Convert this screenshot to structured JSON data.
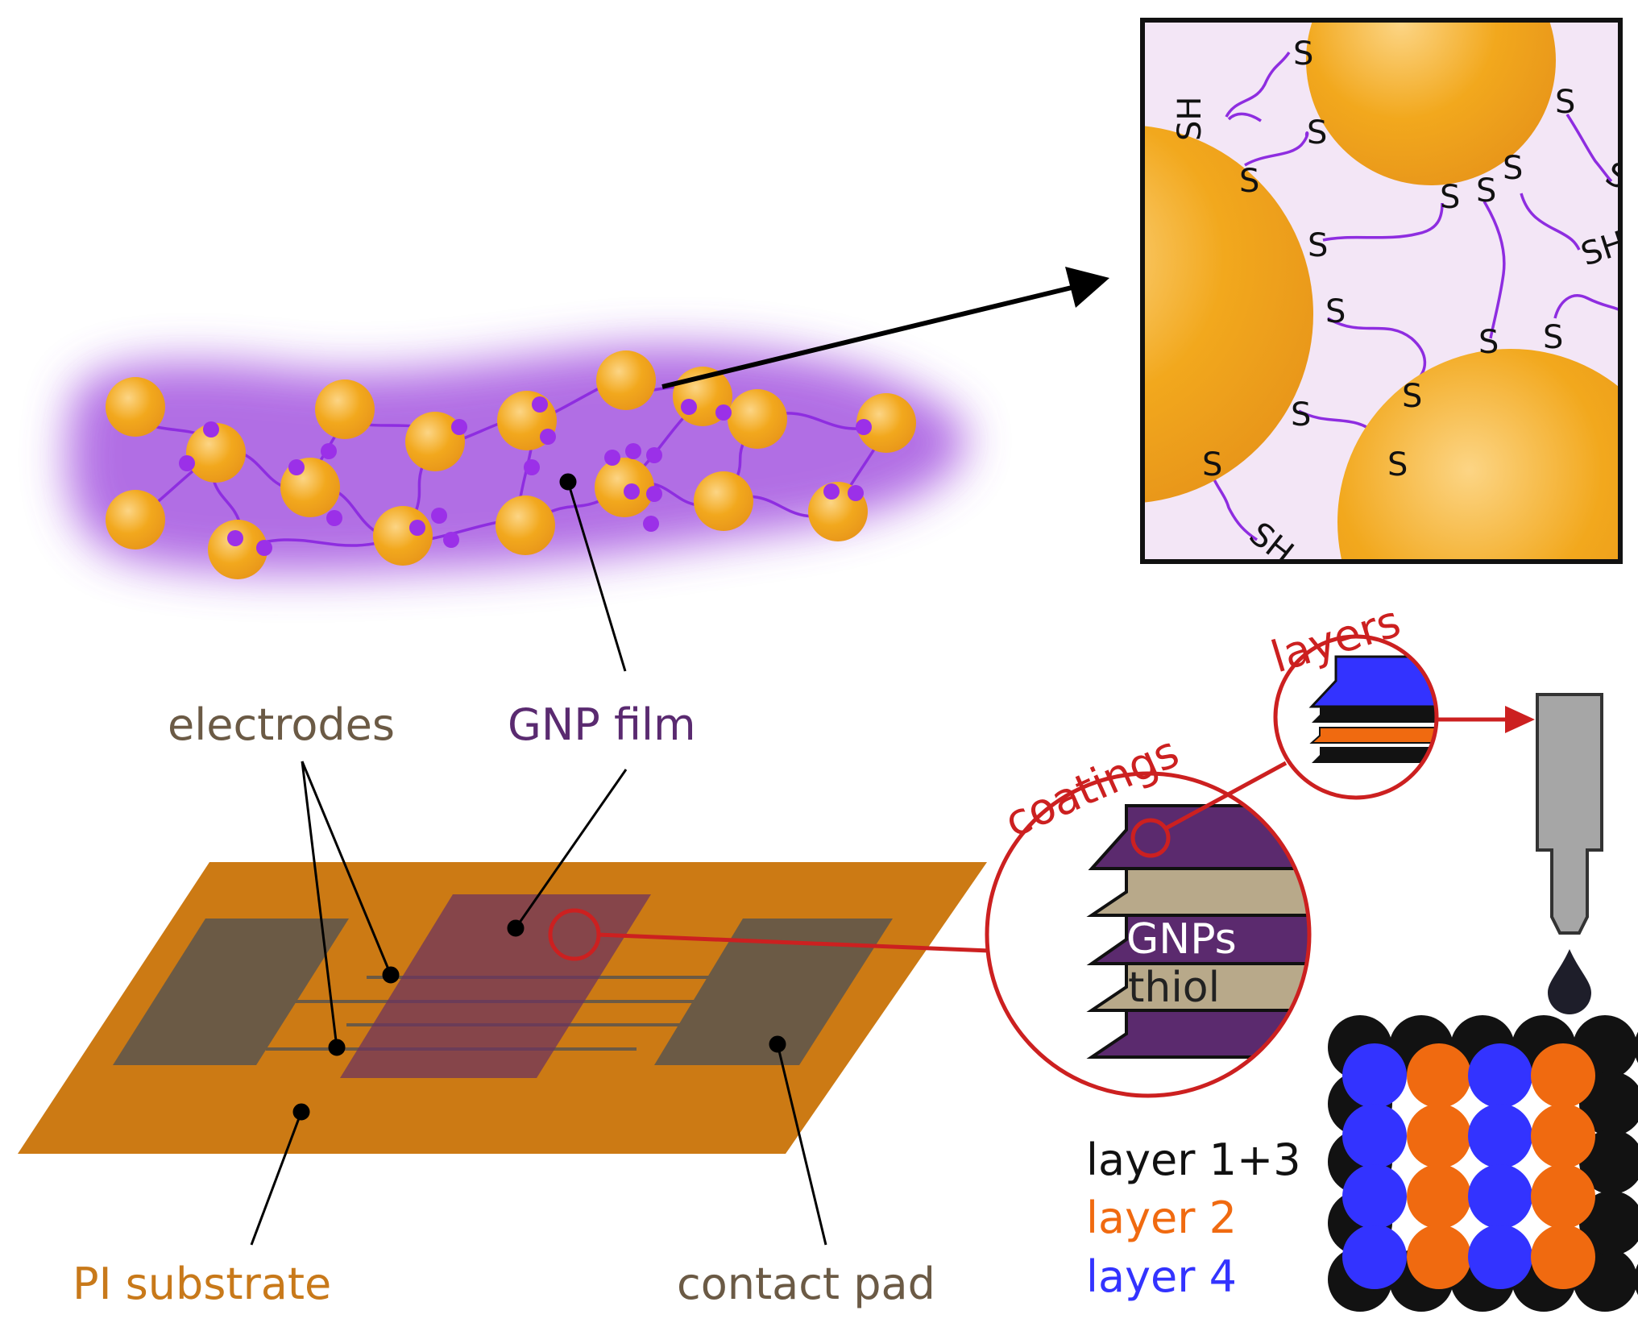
{
  "labels": {
    "electrodes": "electrodes",
    "gnp_film": "GNP film",
    "pi_substrate": "PI substrate",
    "contact_pad": "contact pad",
    "coatings": "coatings",
    "layers": "layers",
    "gnps": "GNPs",
    "thiol": "thiol",
    "layer_1_3": "layer 1+3",
    "layer_2": "layer 2",
    "layer_4": "layer 4"
  },
  "chemistry": {
    "sulfur": "S",
    "thiol_end": "SH"
  },
  "colors": {
    "gold_particle": "#F2A81D",
    "gold_highlight": "#FCD585",
    "linker": "#8E2DE0",
    "linker_dot": "#9B30E8",
    "film_glow": "#A455E0",
    "substrate": "#CC7A14",
    "pad": "#6B5A45",
    "gnp_layer": "#5B2A6E",
    "thiol_layer": "#B8A98A",
    "callout": "#CC2020",
    "nozzle": "#A6A6A6",
    "layer_black": "#121212",
    "layer_orange": "#F06A10",
    "layer_blue": "#3333FF",
    "label_gray": "#6B5A45",
    "label_purple": "#5A2A70",
    "label_orange": "#C8791A",
    "zoom_bg": "#F3E6F6"
  }
}
